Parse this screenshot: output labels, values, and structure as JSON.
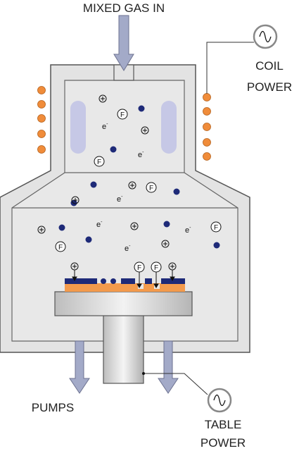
{
  "labels": {
    "gas_in": "MIXED GAS IN",
    "coil_power_line1": "COIL",
    "coil_power_line2": "POWER",
    "pumps": "PUMPS",
    "table_power_line1": "TABLE",
    "table_power_line2": "POWER"
  },
  "particles": {
    "ion_symbol": "⊕",
    "radical_symbol": "F",
    "electron_symbol": "e",
    "electron_sup": "-"
  },
  "colors": {
    "chamber_fill": "#e3e3e3",
    "chamber_stroke": "#555555",
    "arrow_fill": "#a3aac8",
    "coil_dot": "#f08c3a",
    "neutral_dot": "#1e2a78",
    "wafer": "#f39a4c",
    "mask": "#1e2a78",
    "plasma_glow": "#c6c8e6",
    "source_icon": "#888888"
  },
  "icons": [
    "ac-source-icon",
    "gas-inlet-arrow-icon",
    "pump-arrow-icon"
  ]
}
